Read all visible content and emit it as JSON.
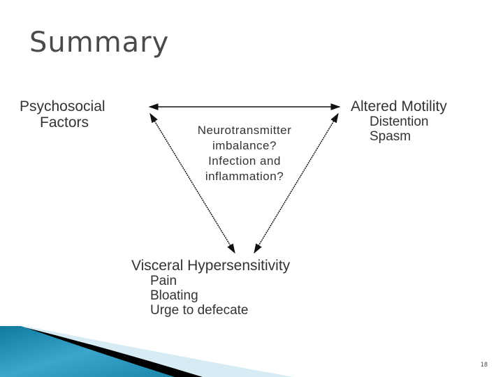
{
  "slide": {
    "title": "Summary",
    "page_number": "18"
  },
  "diagram": {
    "nodes": {
      "psychosocial": {
        "lines": [
          "Psychosocial",
          "Factors"
        ]
      },
      "motility": {
        "heading": "Altered Motility",
        "items": [
          "Distention",
          "Spasm"
        ]
      },
      "visceral": {
        "heading": "Visceral Hypersensitivity",
        "items": [
          "Pain",
          "Bloating",
          "Urge to defecate"
        ]
      }
    },
    "center_text": [
      "Neurotransmitter",
      "imbalance?",
      "Infection and",
      "inflammation?"
    ],
    "edges": [
      {
        "from": "psychosocial",
        "to": "motility",
        "direction": "bidirectional"
      },
      {
        "from": "psychosocial",
        "to": "visceral",
        "direction": "bidirectional"
      },
      {
        "from": "motility",
        "to": "visceral",
        "direction": "bidirectional"
      }
    ]
  },
  "colors": {
    "title": "#4a4a4a",
    "text": "#333333",
    "arrow": "#111111",
    "deco_blue": "#1a8bb0",
    "deco_light": "#d6ebf3",
    "deco_black": "#000000"
  }
}
